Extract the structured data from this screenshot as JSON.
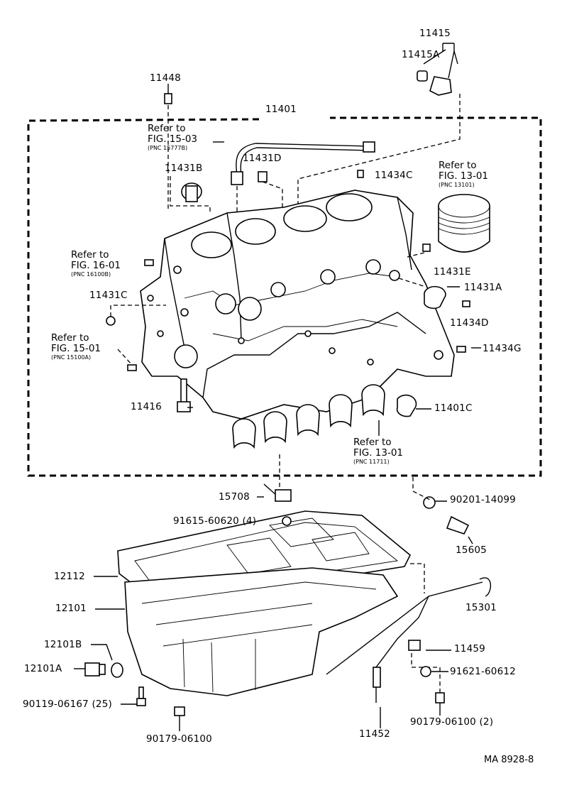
{
  "parts": {
    "p11415": "11415",
    "p11415A": "11415A",
    "p11448": "11448",
    "p11401": "11401",
    "p11431D": "11431D",
    "p11431B": "11431B",
    "p11434C": "11434C",
    "p11431E": "11431E",
    "p11431A": "11431A",
    "p11431C": "11431C",
    "p11434D": "11434D",
    "p11434G": "11434G",
    "p11416": "11416",
    "p11401C": "11401C",
    "p15708": "15708",
    "p91615": "91615-60620 (4)",
    "p90201": "90201-14099",
    "p15605": "15605",
    "p12112": "12112",
    "p12101": "12101",
    "p15301": "15301",
    "p12101B": "12101B",
    "p11459": "11459",
    "p12101A": "12101A",
    "p91621": "91621-60612",
    "p90119": "90119-06167 (25)",
    "p90179a": "90179-06100",
    "p11452": "11452",
    "p90179b": "90179-06100 (2)"
  },
  "refs": {
    "r1503": {
      "line1": "Refer to",
      "line2": "FIG. 15-03",
      "pnc": "(PNC 15777B)"
    },
    "r1301a": {
      "line1": "Refer to",
      "line2": "FIG. 13-01",
      "pnc": "(PNC 13101)"
    },
    "r1601": {
      "line1": "Refer to",
      "line2": "FIG. 16-01",
      "pnc": "(PNC 16100B)"
    },
    "r1501": {
      "line1": "Refer to",
      "line2": "FIG. 15-01",
      "pnc": "(PNC 15100A)"
    },
    "r1301b": {
      "line1": "Refer to",
      "line2": "FIG. 13-01",
      "pnc": "(PNC 11711)"
    }
  },
  "code": "MA 8928-8"
}
